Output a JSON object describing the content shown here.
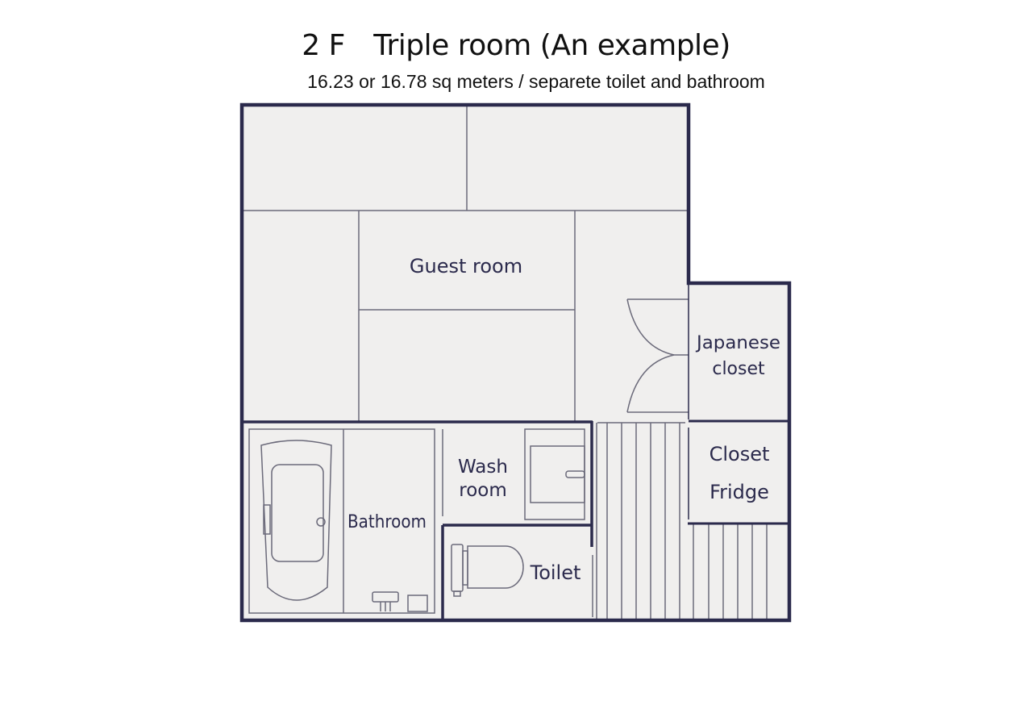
{
  "header": {
    "title": "2 F Triple room (An example)",
    "subtitle": "16.23 or 16.78 sq meters / separete toilet and bathroom"
  },
  "rooms": {
    "guest_room": "Guest room",
    "japanese_closet_line1": "Japanese",
    "japanese_closet_line2": "closet",
    "closet": "Closet",
    "fridge": "Fridge",
    "wash_room_line1": "Wash",
    "wash_room_line2": "room",
    "bathroom": "Bathroom",
    "toilet": "Toilet"
  },
  "colors": {
    "wall": "#2b2a4c",
    "floor": "#f0efee",
    "line": "#6b6a7a"
  }
}
